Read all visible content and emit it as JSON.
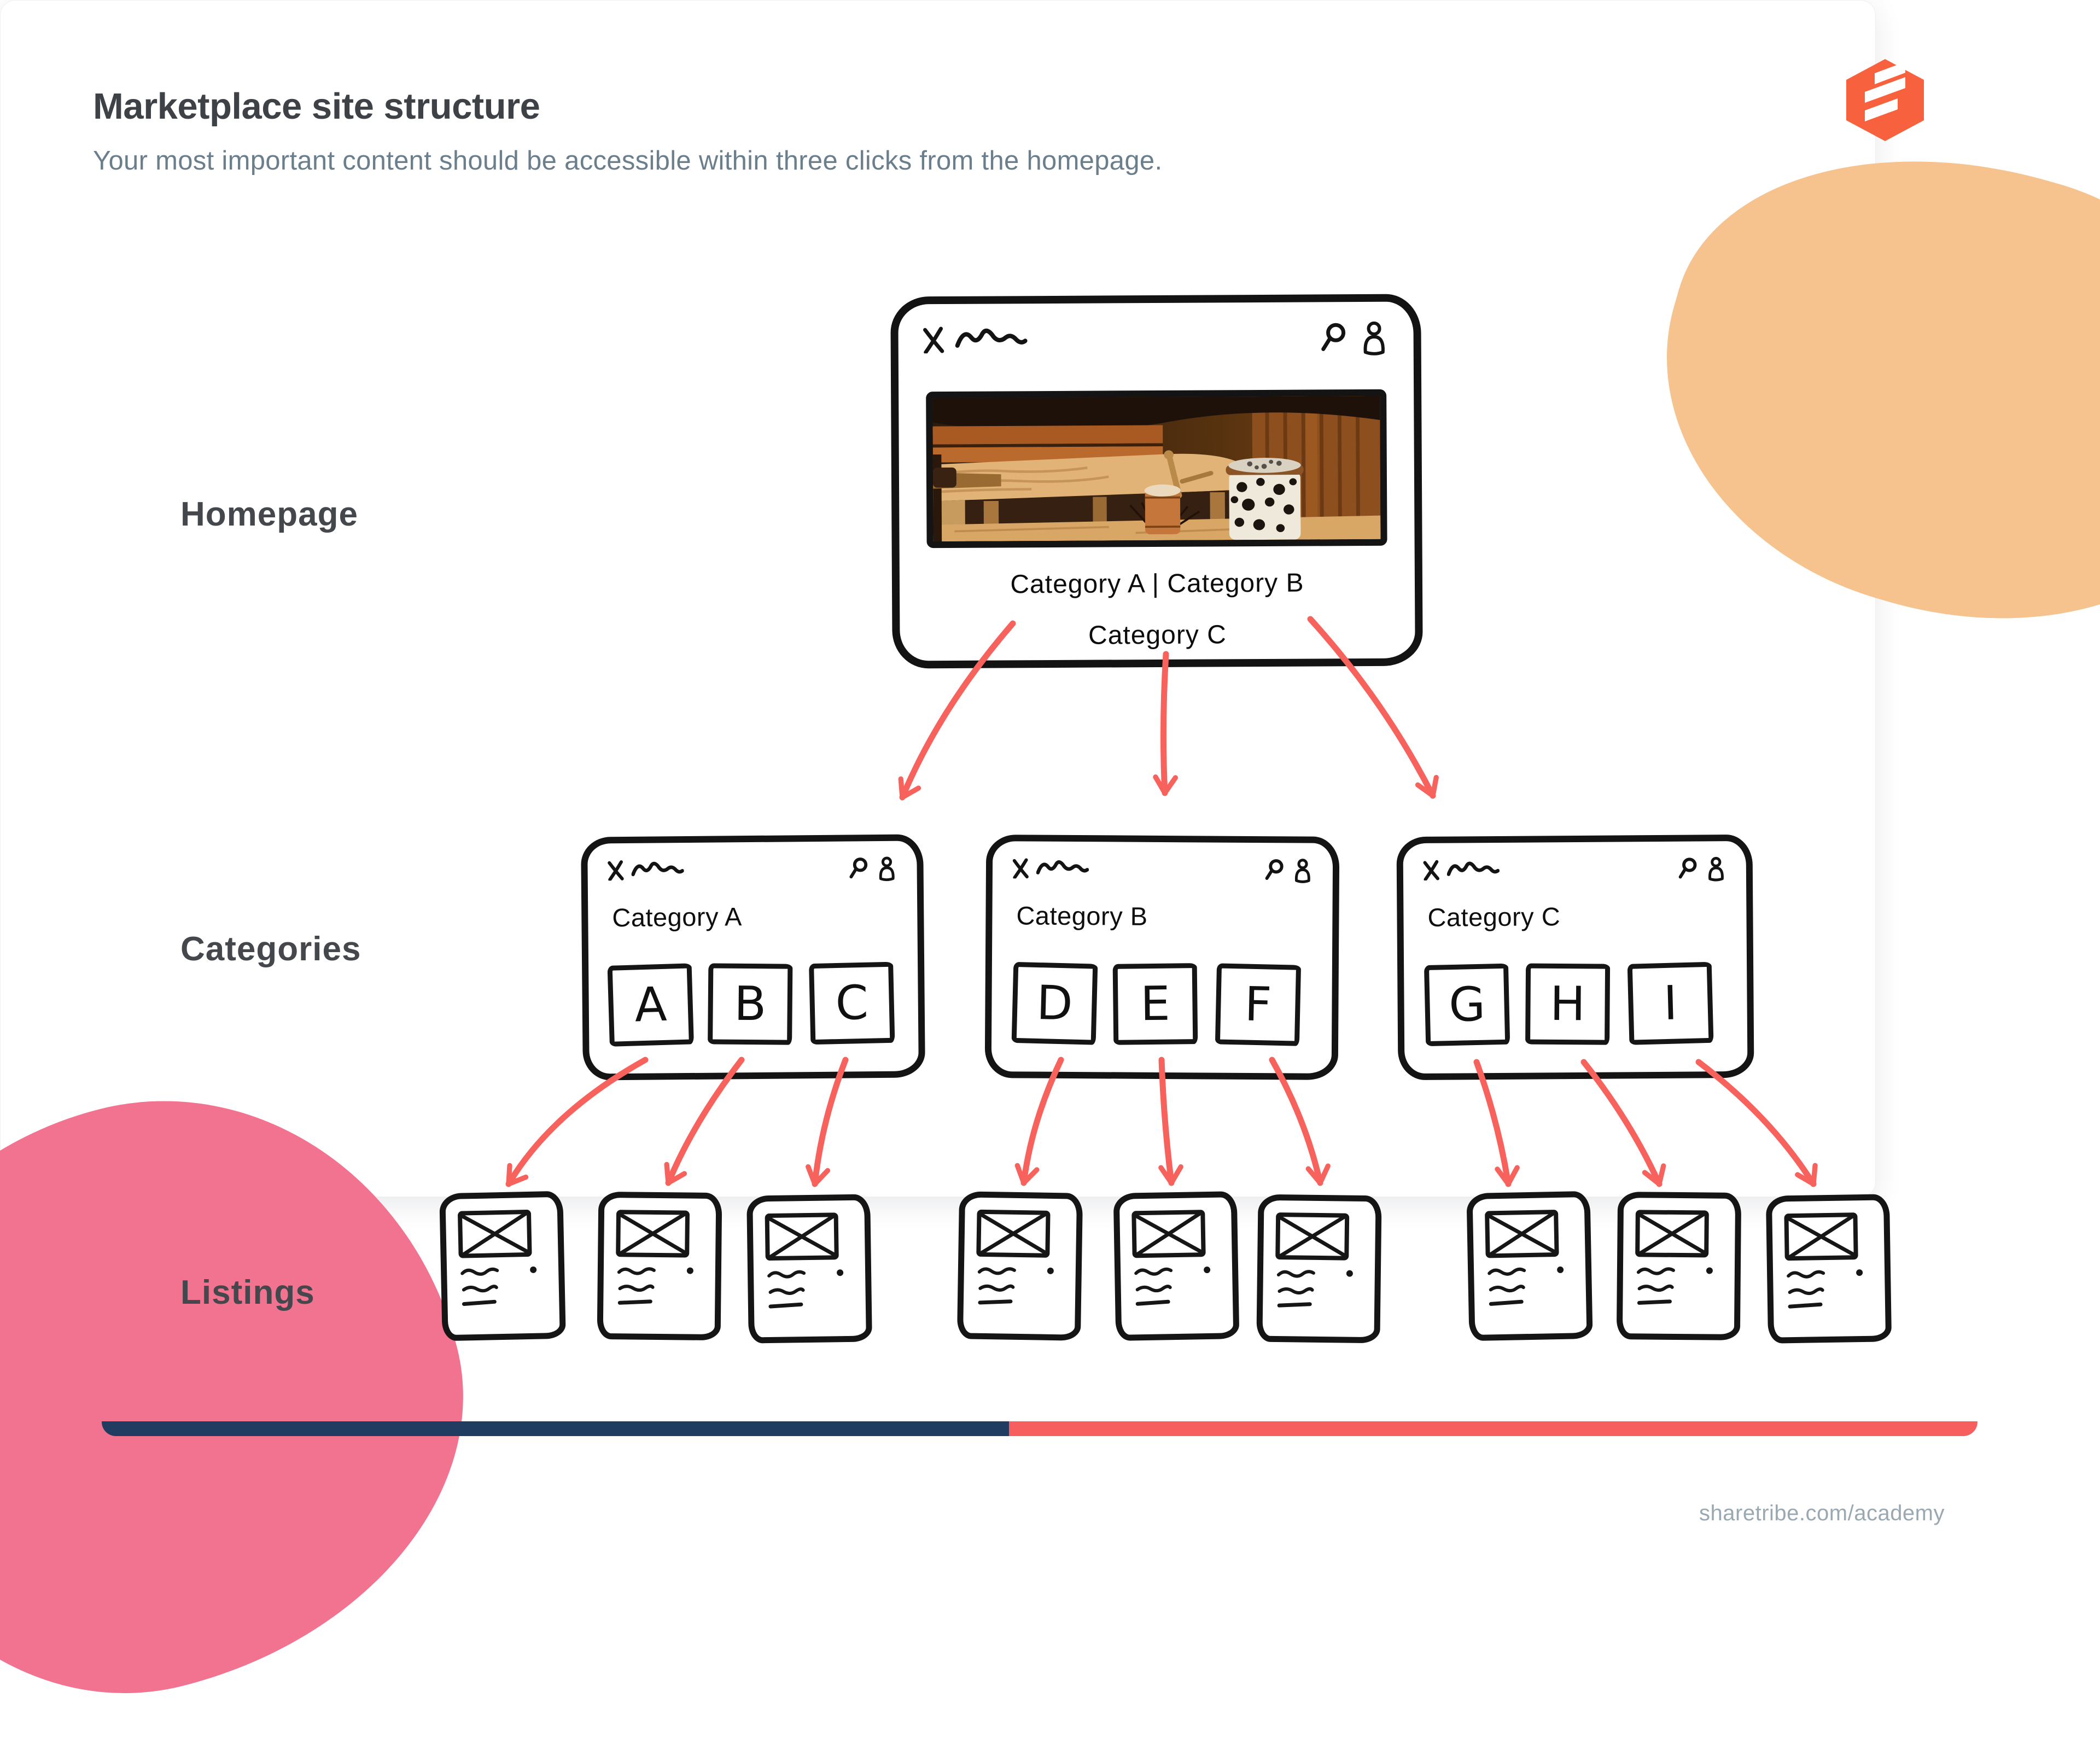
{
  "header": {
    "title": "Marketplace site structure",
    "subtitle": "Your most important content should be accessible within three clicks from the homepage."
  },
  "rows": {
    "homepage_label": "Homepage",
    "categories_label": "Categories",
    "listings_label": "Listings"
  },
  "homepage_browser": {
    "nav_line1": "Category A  |  Category B",
    "nav_line2": "Category C",
    "photo": "sauna-interior-photo"
  },
  "category_browsers": [
    {
      "title": "Category A",
      "boxes": [
        "A",
        "B",
        "C"
      ]
    },
    {
      "title": "Category B",
      "boxes": [
        "D",
        "E",
        "F"
      ]
    },
    {
      "title": "Category C",
      "boxes": [
        "G",
        "H",
        "I"
      ]
    }
  ],
  "listings": {
    "count": 9
  },
  "footer": {
    "url": "sharetribe.com/academy"
  },
  "icons": {
    "close": "✕",
    "scribble": "〜",
    "search": "magnifier",
    "user": "person",
    "logo": "sharetribe-hexagon"
  },
  "colors": {
    "arrow": "#F7625C",
    "bar_navy": "#203C60",
    "bar_coral": "#F75F5F",
    "blob_pink": "#F2738F",
    "blob_orange": "#F6C28D",
    "logo_orange": "#F7613E",
    "title_text": "#3E4247",
    "subtitle_text": "#6A7E8C",
    "label_text": "#44484C",
    "url_text": "#9AA8B2"
  }
}
